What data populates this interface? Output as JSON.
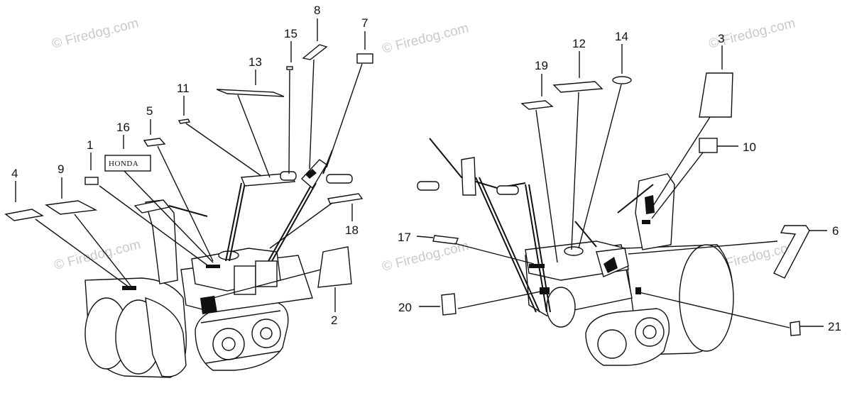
{
  "watermark": "© Firedog.com",
  "brand_label": "HONDA",
  "callouts": [
    "1",
    "2",
    "3",
    "4",
    "5",
    "6",
    "7",
    "8",
    "9",
    "10",
    "11",
    "12",
    "13",
    "14",
    "15",
    "16",
    "17",
    "18",
    "19",
    "20",
    "21"
  ],
  "colors": {
    "ink": "#111111",
    "watermark": "#c9c9c9",
    "background": "#ffffff"
  }
}
